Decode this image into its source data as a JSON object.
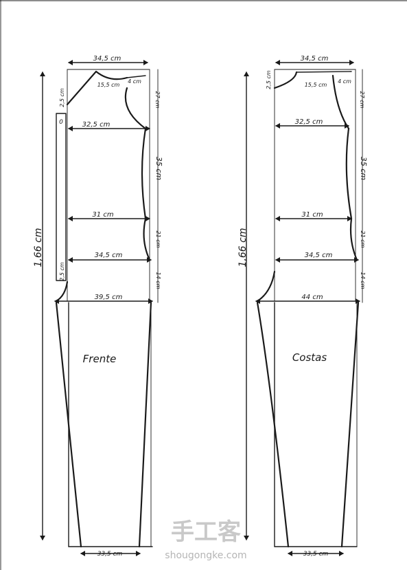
{
  "front": {
    "label": "Frente",
    "total_length": "1,66 cm",
    "top_width": "34,5 cm",
    "neck_width": "15,5 cm",
    "neck_depth": "4 cm",
    "shoulder_drop": "2,5 cm",
    "armhole_depth": "27 cm",
    "bust_width": "32,5 cm",
    "bust_to_waist": "35 cm",
    "waist_width": "31 cm",
    "waist_to_hip": "21 cm",
    "hip_width": "34,5 cm",
    "hip_to_crotch": "14 cm",
    "crotch_width": "39,5 cm",
    "hem_width": "33,5 cm",
    "facing_mark": "0",
    "facing_width": "2,5 cm"
  },
  "back": {
    "label": "Costas",
    "total_length": "1,66 cm",
    "top_width": "34,5 cm",
    "neck_width": "15,5 cm",
    "neck_depth": "4 cm",
    "shoulder_drop": "2,5 cm",
    "armhole_depth": "27 cm",
    "bust_width": "32,5 cm",
    "bust_to_waist": "35 cm",
    "waist_width": "31 cm",
    "waist_to_hip": "21 cm",
    "hip_width": "34,5 cm",
    "hip_to_crotch": "14 cm",
    "crotch_width": "44 cm",
    "hem_width": "33,5 cm"
  },
  "watermark": {
    "chinese": "手工客",
    "site": "shougongke.com"
  }
}
